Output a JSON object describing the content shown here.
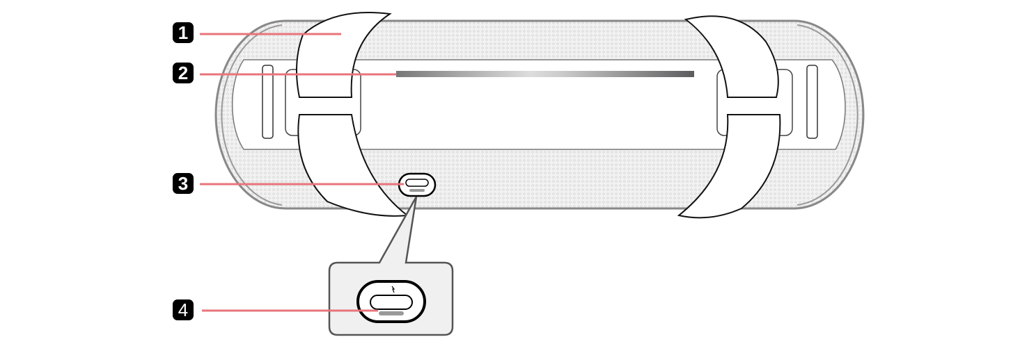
{
  "diagram": {
    "subject": "portable speaker, rear view",
    "callouts": [
      {
        "number": "1",
        "target": "strap"
      },
      {
        "number": "2",
        "target": "light bar"
      },
      {
        "number": "3",
        "target": "charging port"
      },
      {
        "number": "4",
        "target": "charging indicator"
      }
    ],
    "colors": {
      "leader_line": "#e8747a",
      "badge": "#000000",
      "outline": "#8a8a8a",
      "fabric": "#ededed"
    }
  }
}
